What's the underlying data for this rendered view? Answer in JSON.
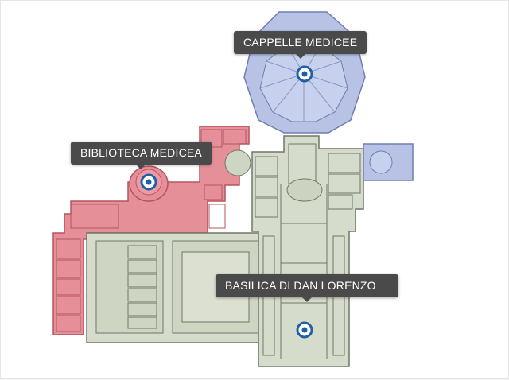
{
  "colors": {
    "library": "#e58f98",
    "library_line": "#b5545f",
    "basilica": "#d6dccb",
    "basilica_line": "#6f7668",
    "chapel": "#b7c2e4",
    "chapel_line": "#6f7db3",
    "marker": "#1f5fa8"
  },
  "markers": {
    "cappelle": {
      "label": "CAPPELLE MEDICEE",
      "icon": "location-marker-icon"
    },
    "biblioteca": {
      "label": "BIBLIOTECA MEDICEA",
      "icon": "location-marker-icon"
    },
    "basilica": {
      "label": "BASILICA DI DAN LORENZO",
      "icon": "location-marker-icon"
    }
  }
}
